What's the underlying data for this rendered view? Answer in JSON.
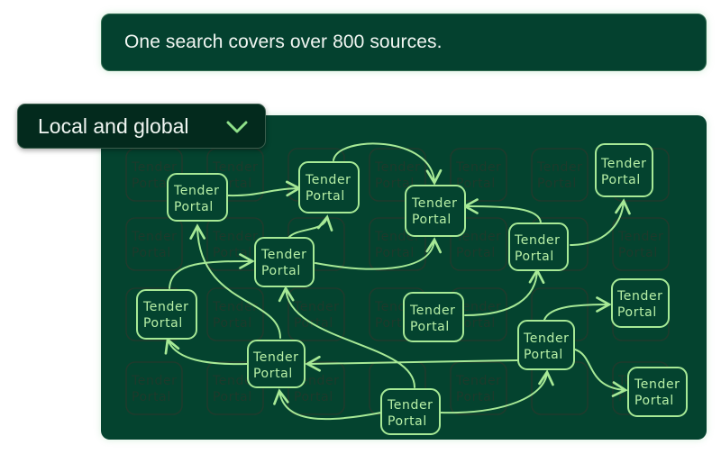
{
  "banner": {
    "text": "One search covers over 800 sources."
  },
  "selector": {
    "label": "Local and global",
    "icon": "chevron-down-icon"
  },
  "colors": {
    "panel_bg": "#04432f",
    "node_stroke": "#a7e996",
    "node_text": "#b8f0a6",
    "ghost": "#1e3a2c"
  },
  "diagram": {
    "node_label_line1": "Tender",
    "node_label_line2": "Portal",
    "nodes": [
      {
        "id": "A",
        "line1": "Tender",
        "line2": "Portal"
      },
      {
        "id": "B",
        "line1": "Tender",
        "line2": "Portal"
      },
      {
        "id": "C",
        "line1": "Tender",
        "line2": "Portal"
      },
      {
        "id": "D",
        "line1": "Tender",
        "line2": "Portal"
      },
      {
        "id": "E",
        "line1": "Tender",
        "line2": "Portal"
      },
      {
        "id": "F",
        "line1": "Tender",
        "line2": "Portal"
      },
      {
        "id": "G",
        "line1": "Tender",
        "line2": "Portal"
      },
      {
        "id": "H",
        "line1": "Tender",
        "line2": "Portal"
      },
      {
        "id": "I",
        "line1": "Tender",
        "line2": "Portal"
      },
      {
        "id": "J",
        "line1": "Tender",
        "line2": "Portal"
      },
      {
        "id": "K",
        "line1": "Tender",
        "line2": "Portal"
      },
      {
        "id": "L",
        "line1": "Tender",
        "line2": "Portal"
      },
      {
        "id": "M",
        "line1": "Tender",
        "line2": "Portal"
      }
    ],
    "edges": [
      [
        "A",
        "B"
      ],
      [
        "E",
        "B"
      ],
      [
        "B",
        "C"
      ],
      [
        "E",
        "C"
      ],
      [
        "F",
        "C"
      ],
      [
        "H",
        "F"
      ],
      [
        "F",
        "D"
      ],
      [
        "G",
        "E"
      ],
      [
        "J",
        "A"
      ],
      [
        "J",
        "G"
      ],
      [
        "K",
        "J"
      ],
      [
        "K",
        "E"
      ],
      [
        "L",
        "J"
      ],
      [
        "L",
        "K"
      ],
      [
        "K",
        "I"
      ],
      [
        "K",
        "M"
      ]
    ]
  }
}
